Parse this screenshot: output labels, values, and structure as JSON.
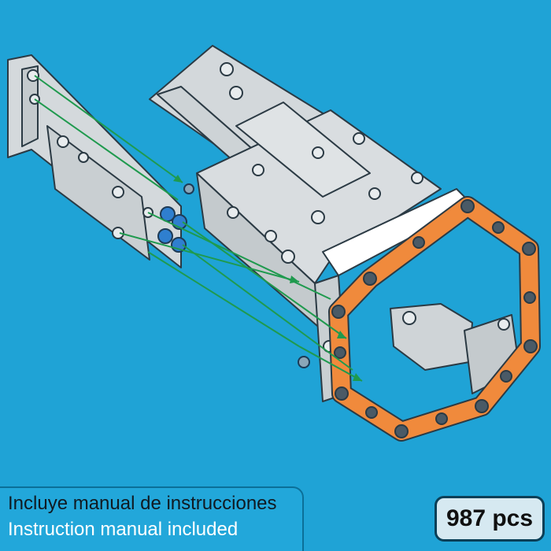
{
  "background_color": "#1fa3d6",
  "illustration": {
    "subject": "assembly-diagram-frame-with-octagon-ring",
    "ring_color": "#f08a3c",
    "parts_color": "#d9dde0",
    "guide_line_color": "#1f9a4e"
  },
  "caption": {
    "spanish": "Incluye manual de instrucciones",
    "english": "Instruction manual included"
  },
  "badge": {
    "pieces": "987 pcs"
  }
}
